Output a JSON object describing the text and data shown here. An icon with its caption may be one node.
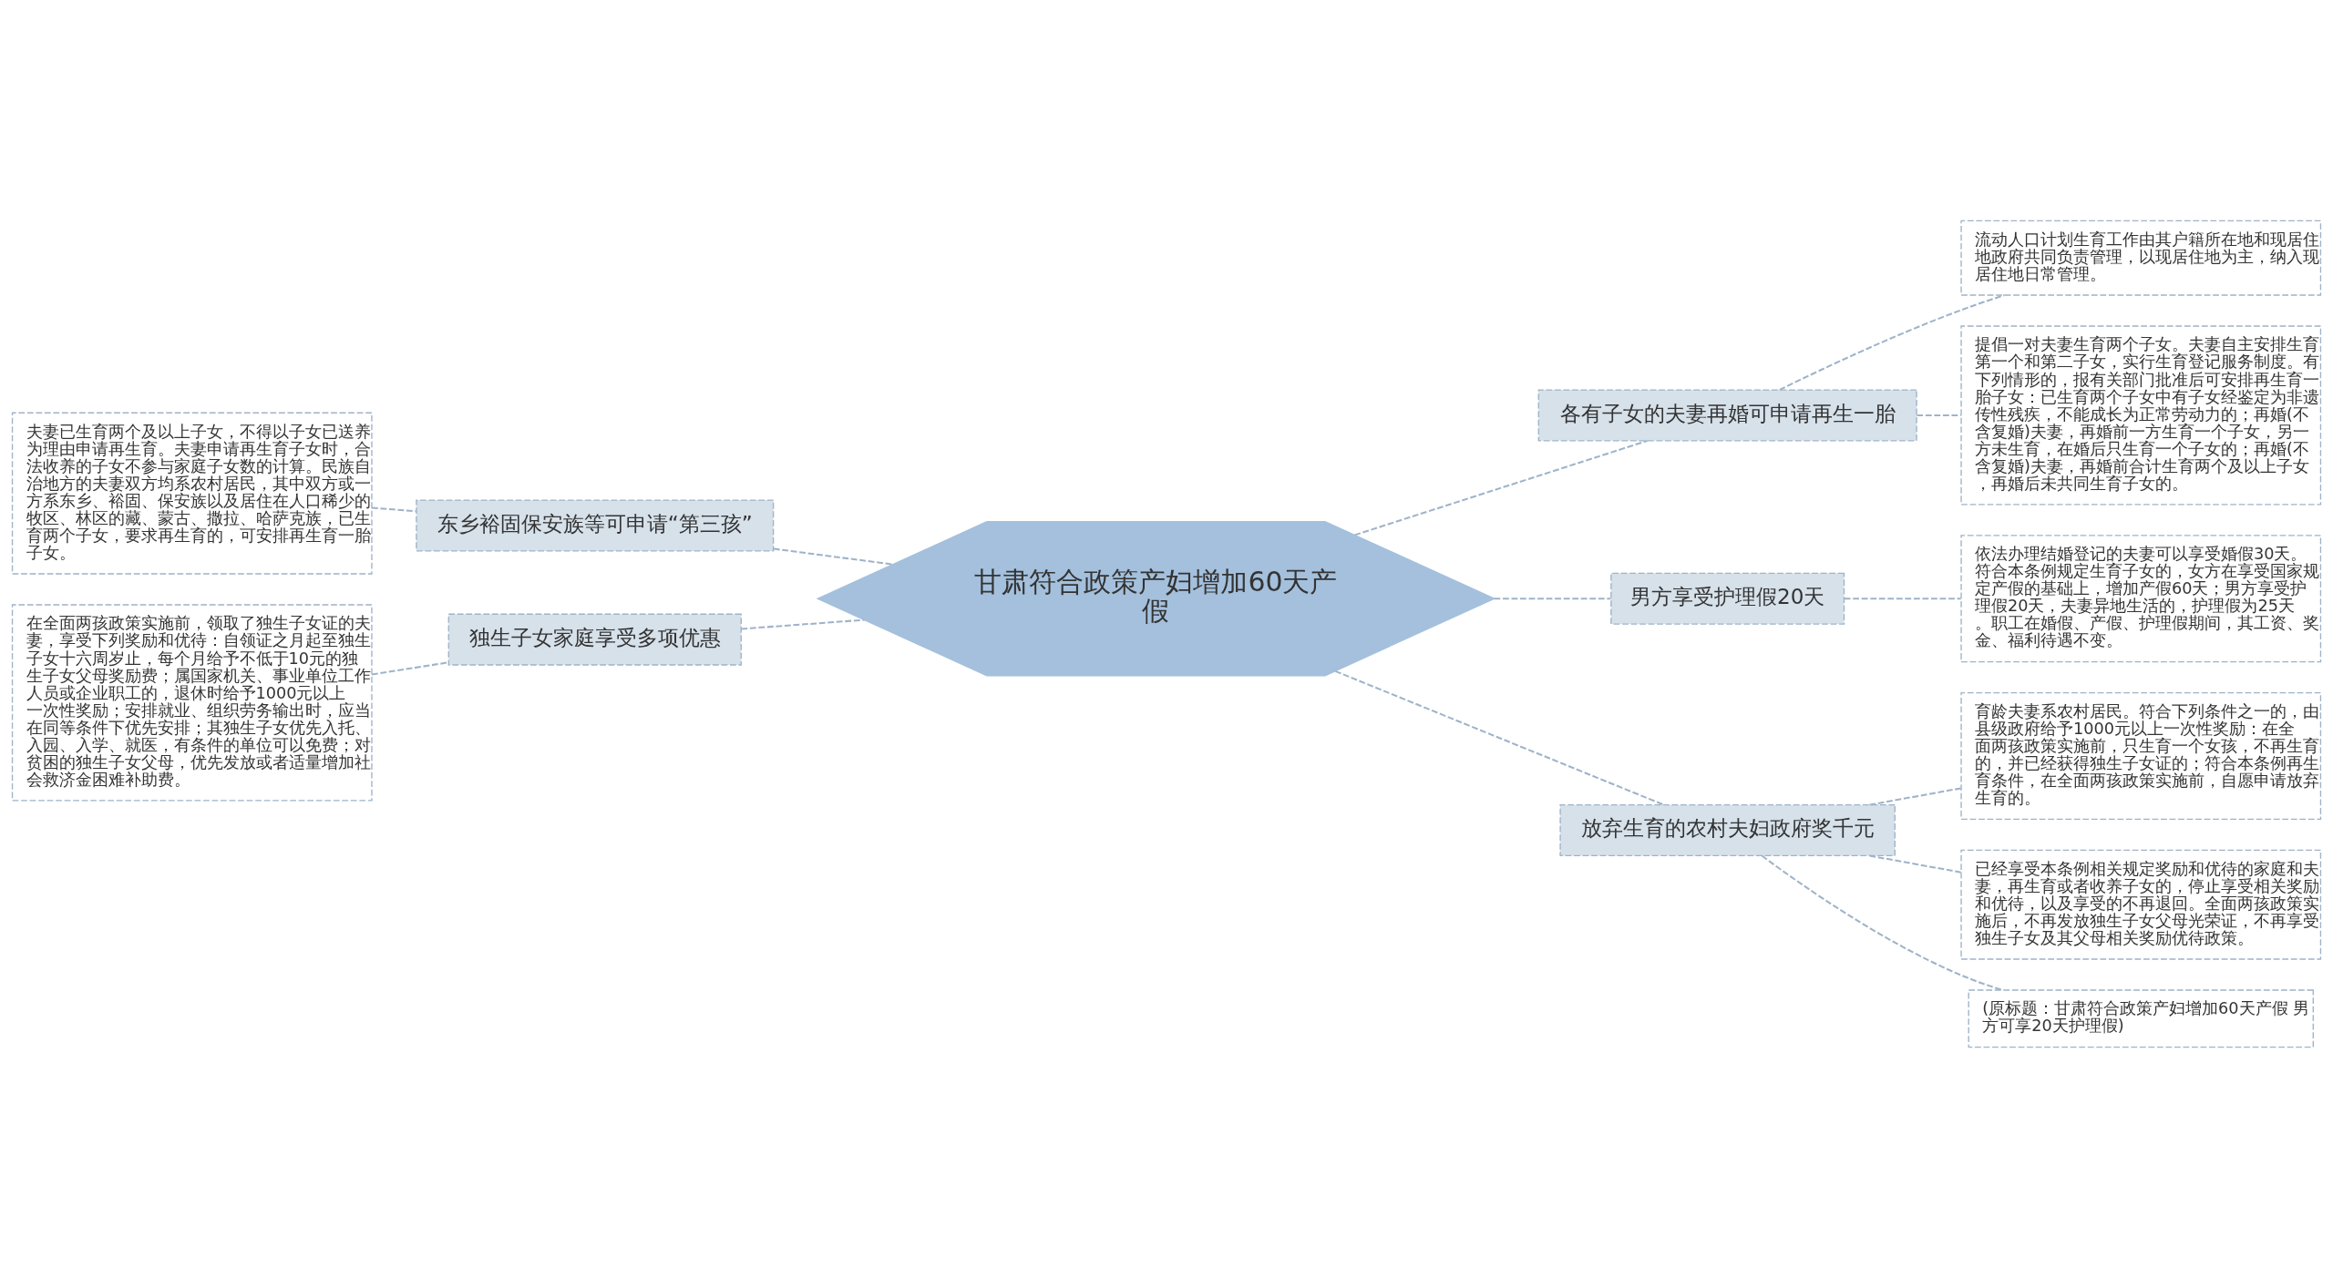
{
  "diagram": {
    "nodes": [
      {
        "text": [
          "甘肃符合政策产妇增加60天产假"
        ]
      },
      {
        "text": [
          "东乡裕固保安族等可申请“第三孩”"
        ]
      },
      {
        "text": [
          "夫妻已生育两个及以上子女，不得以子女已送养为理由申请再生育。夫妻申请再生育子女时，合法收养的子女不参与家庭子女数的计算。民族自治地方的夫妻双方均系农村居民，其中双方或一方系东乡、裕固、保安族以及居住在人口稀少的牧区、林区的藏、蒙古、撒拉、哈萨克族，已生育两个子女，要求再生育的，可安排再生育一胎子女。"
        ]
      },
      {
        "text": [
          "独生子女家庭享受多项优惠"
        ]
      },
      {
        "text": [
          "在全面两孩政策实施前，领取了独生子女证的夫妻，享受下列奖励和优待：自领证之月起至独生子女十六周岁止，每个月给予不低于10元的独生子女父母奖励费；属国家机关、事业单位工作人员或企业职工的，退休时给予1000元以上一次性奖励；安排就业、组织劳务输出时，应当在同等条件下优先安排；其独生子女优先入托、入园、入学、就医，有条件的单位可以免费；对贫困的独生子女父母，优先发放或者适量增加社会救济金困难补助费。"
        ]
      },
      {
        "text": [
          "各有子女的夫妻再婚可申请再生一胎"
        ]
      },
      {
        "text": [
          "流动人口计划生育工作由其户籍所在地和现居住地政府共同负责管理，以现居住地为主，纳入现居住地日常管理。"
        ]
      },
      {
        "text": [
          "提倡一对夫妻生育两个子女。夫妻自主安排生育第一个和第二子女，实行生育登记服务制度。有下列情形的，报有关部门批准后可安排再生育一胎子女：已生育两个子女中有子女经鉴定为非遗传性残疾，不能成长为正常劳动力的；再婚(不含复婚)夫妻，再婚前一方生育一个子女，另一方未生育，在婚后只生育一个子女的；再婚(不含复婚)夫妻，再婚前合计生育两个及以上子女，再婚后未共同生育子女的。"
        ]
      },
      {
        "text": [
          "男方享受护理假20天"
        ]
      },
      {
        "text": [
          "依法办理结婚登记的夫妻可以享受婚假30天。符合本条例规定生育子女的，女方在享受国家规定产假的基础上，增加产假60天；男方享受护理假20天，夫妻异地生活的，护理假为25天。职工在婚假、产假、护理假期间，其工资、奖金、福利待遇不变。"
        ]
      },
      {
        "text": [
          "放弃生育的农村夫妇政府奖千元"
        ]
      },
      {
        "text": [
          "育龄夫妻系农村居民。符合下列条件之一的，由县级政府给予1000元以上一次性奖励：在全面两孩政策实施前，只生育一个女孩，不再生育的，并已经获得独生子女证的；符合本条例再生育条件，在全面两孩政策实施前，自愿申请放弃生育的。"
        ]
      },
      {
        "text": [
          "已经享受本条例相关规定奖励和优待的家庭和夫妻，再生育或者收养子女的，停止享受相关奖励和优待，以及享受的不再退回。全面两孩政策实施后，不再发放独生子女父母光荣证，不再享受独生子女及其父母相关奖励优待政策。"
        ]
      },
      {
        "text": [
          "(原标题：甘肃符合政策产妇增加60天产假 男方可享20天护理假)"
        ]
      }
    ],
    "edges": [
      {
        "from": 0,
        "to": 1,
        "arrow": "none"
      },
      {
        "from": 1,
        "to": 2,
        "arrow": "none"
      },
      {
        "from": 0,
        "to": 3,
        "arrow": "none"
      },
      {
        "from": 3,
        "to": 4,
        "arrow": "none"
      },
      {
        "from": 0,
        "to": 5,
        "arrow": "none"
      },
      {
        "from": 5,
        "to": 6,
        "arrow": "none"
      },
      {
        "from": 5,
        "to": 7,
        "arrow": "none"
      },
      {
        "from": 0,
        "to": 8,
        "arrow": "none"
      },
      {
        "from": 8,
        "to": 9,
        "arrow": "none"
      },
      {
        "from": 0,
        "to": 10,
        "arrow": "none"
      },
      {
        "from": 10,
        "to": 11,
        "arrow": "none"
      },
      {
        "from": 10,
        "to": 12,
        "arrow": "none"
      },
      {
        "from": 10,
        "to": 13,
        "arrow": "none"
      }
    ]
  }
}
